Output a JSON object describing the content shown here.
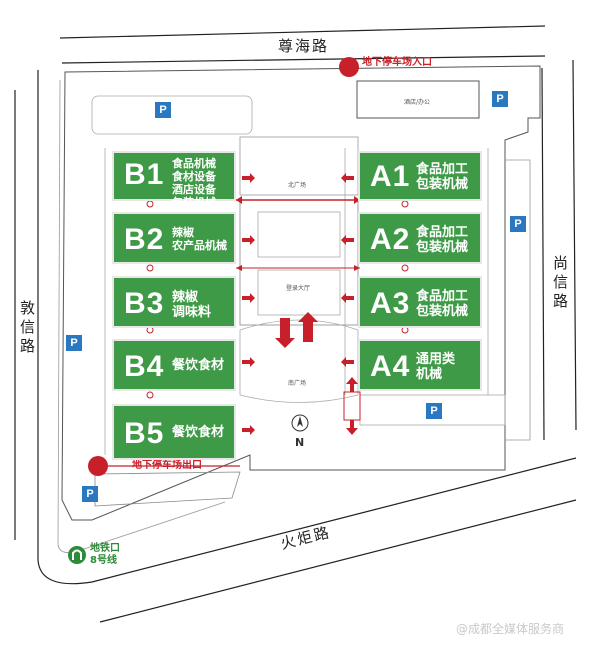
{
  "roads": {
    "north": "尊海路",
    "south": "火炬路",
    "west": "敦信路",
    "east": "尚信路"
  },
  "parking": {
    "entrance": "地下停车场入口",
    "exit": "地下停车场出口",
    "p_symbol": "P"
  },
  "halls": [
    {
      "code": "B1",
      "desc": [
        "食品机械",
        "食材设备",
        "酒店设备",
        "包装机械"
      ]
    },
    {
      "code": "B2",
      "desc": [
        "辣椒",
        "农产品机械"
      ]
    },
    {
      "code": "B3",
      "desc": [
        "辣椒",
        "调味料"
      ]
    },
    {
      "code": "B4",
      "desc": [
        "餐饮食材"
      ]
    },
    {
      "code": "B5",
      "desc": [
        "餐饮食材"
      ]
    },
    {
      "code": "A1",
      "desc": [
        "食品加工",
        "包装机械"
      ]
    },
    {
      "code": "A2",
      "desc": [
        "食品加工",
        "包装机械"
      ]
    },
    {
      "code": "A3",
      "desc": [
        "食品加工",
        "包装机械"
      ]
    },
    {
      "code": "A4",
      "desc": [
        "通用类",
        "机械"
      ]
    }
  ],
  "areas": {
    "hotel": "酒店/办公",
    "north_plaza": "北广场",
    "south_plaza": "南广场",
    "registration": "登录大厅"
  },
  "metro": {
    "line1": "地铁口",
    "line2": "8号线"
  },
  "compass": "N",
  "watermark": "@成都全媒体服务商",
  "colors": {
    "hall_green": "#3f9a47",
    "accent_red": "#c8202a",
    "parking_blue": "#2a78bf",
    "metro_green": "#2d8a38"
  },
  "icons": [
    "parking-icon",
    "metro-icon",
    "compass-icon",
    "entrance-dot-icon",
    "exit-dot-icon"
  ]
}
